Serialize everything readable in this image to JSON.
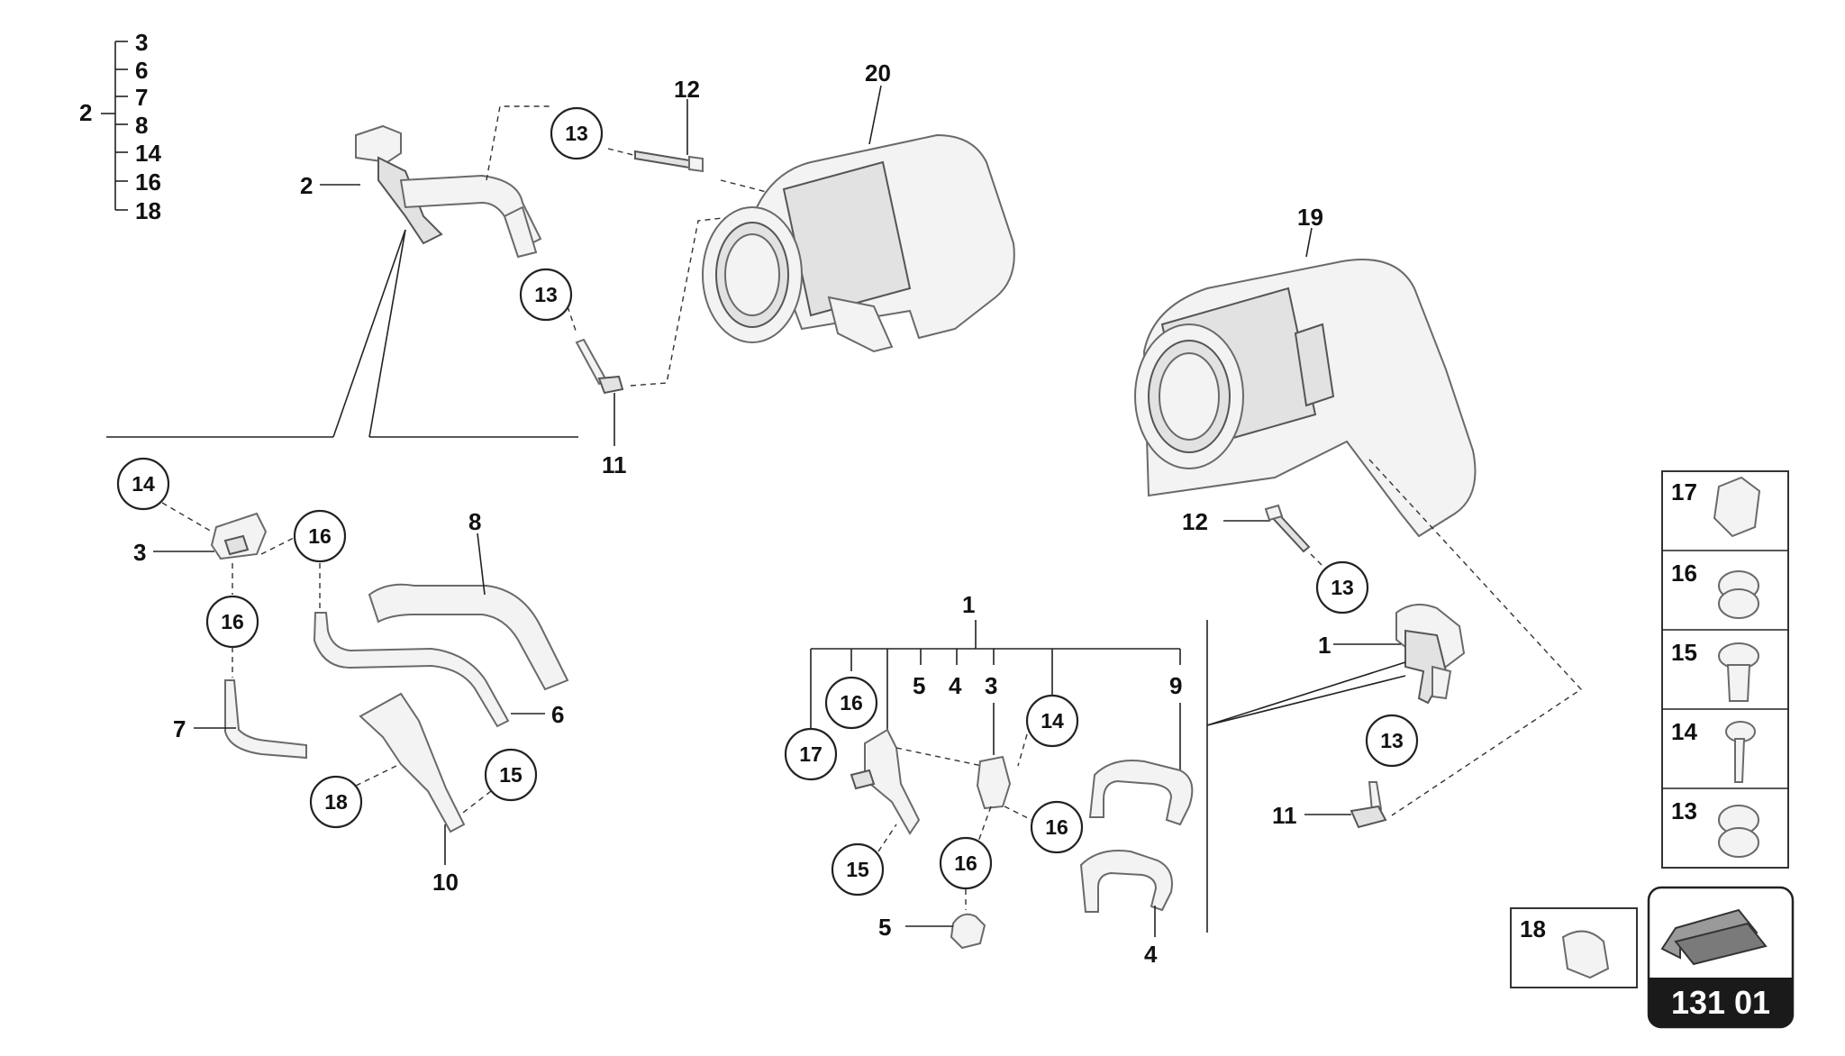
{
  "tree": {
    "root": "2",
    "children": [
      "3",
      "6",
      "7",
      "8",
      "14",
      "16",
      "18"
    ]
  },
  "callouts": {
    "c13a": "13",
    "c13b": "13",
    "c13c": "13",
    "c13d": "13",
    "c14a": "14",
    "c14b": "14",
    "c15a": "15",
    "c15b": "15",
    "c16a": "16",
    "c16b": "16",
    "c16c": "16",
    "c16d": "16",
    "c16e": "16",
    "c17": "17",
    "c18": "18"
  },
  "labels": {
    "l20": "20",
    "l12a": "12",
    "l2": "2",
    "l11a": "11",
    "l19": "19",
    "l12b": "12",
    "l1b": "1",
    "l11b": "11",
    "l3": "3",
    "l8": "8",
    "l7": "7",
    "l6": "6",
    "l10": "10",
    "l1": "1",
    "l5top": "5",
    "l4top": "4",
    "l3top": "3",
    "l9": "9",
    "l5": "5",
    "l4": "4"
  },
  "legend": {
    "items": [
      "17",
      "16",
      "15",
      "14",
      "13"
    ],
    "extra": "18"
  },
  "page_ref": "131 01"
}
